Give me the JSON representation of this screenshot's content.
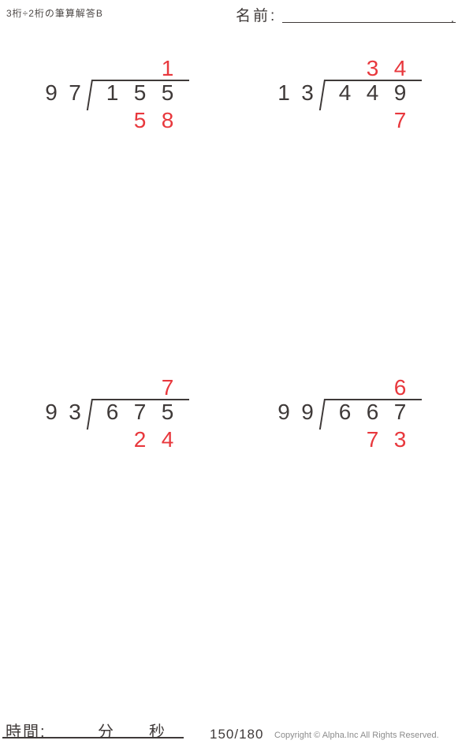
{
  "page": {
    "title": "3桁÷2桁の筆算解答B",
    "name_label": "名前:",
    "name_line_end": ".",
    "time_label": "時間:",
    "minutes_label": "分",
    "seconds_label": "秒",
    "page_number": "150/180",
    "copyright": "Copyright © Alpha.Inc All Rights Reserved."
  },
  "colors": {
    "ink": "#3f3a39",
    "answer_red": "#e8383d",
    "muted_gray": "#8c8c8c"
  },
  "problems": [
    {
      "divisor": [
        "9",
        "7"
      ],
      "dividend": [
        "1",
        "5",
        "5"
      ],
      "quotient": [
        "",
        "",
        "1"
      ],
      "remainder": [
        "",
        "5",
        "8"
      ]
    },
    {
      "divisor": [
        "1",
        "3"
      ],
      "dividend": [
        "4",
        "4",
        "9"
      ],
      "quotient": [
        "",
        "3",
        "4"
      ],
      "remainder": [
        "",
        "",
        "7"
      ]
    },
    {
      "divisor": [
        "9",
        "3"
      ],
      "dividend": [
        "6",
        "7",
        "5"
      ],
      "quotient": [
        "",
        "",
        "7"
      ],
      "remainder": [
        "",
        "2",
        "4"
      ]
    },
    {
      "divisor": [
        "9",
        "9"
      ],
      "dividend": [
        "6",
        "6",
        "7"
      ],
      "quotient": [
        "",
        "",
        "6"
      ],
      "remainder": [
        "",
        "7",
        "3"
      ]
    }
  ]
}
